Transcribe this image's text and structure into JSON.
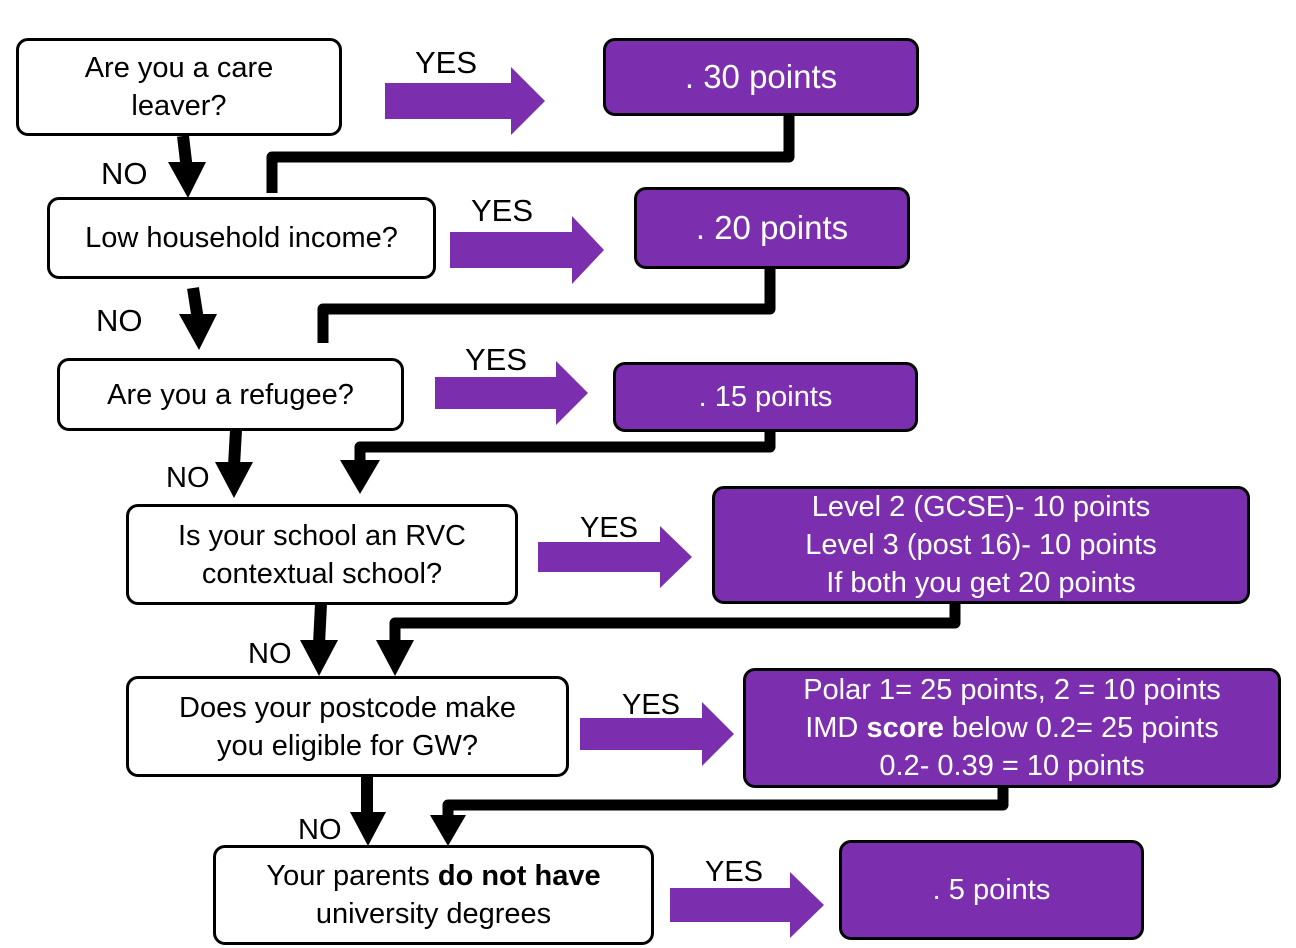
{
  "colors": {
    "purple": "#7b2fae",
    "black": "#000000",
    "white": "#ffffff"
  },
  "labels": {
    "yes": "YES",
    "no": "NO"
  },
  "steps": [
    {
      "question": [
        "Are you a care",
        "leaver?"
      ],
      "answer": [
        ". 30 points"
      ]
    },
    {
      "question": [
        "Low household income?"
      ],
      "answer": [
        ". 20 points"
      ]
    },
    {
      "question": [
        "Are you a refugee?"
      ],
      "answer": [
        ". 15 points"
      ]
    },
    {
      "question": [
        "Is your school an RVC",
        "contextual school?"
      ],
      "answer": [
        "Level 2 (GCSE)- 10 points",
        "Level 3 (post 16)- 10 points",
        "If both you get 20 points"
      ]
    },
    {
      "question": [
        "Does your postcode make",
        "you eligible for GW?"
      ],
      "answer": [
        "Polar 1= 25 points, 2 = 10 points",
        "IMD",
        "score",
        "below 0.2= 25 points",
        "0.2- 0.39 = 10 points"
      ]
    },
    {
      "question": [
        "Your parents",
        "do not have",
        "university degrees"
      ],
      "answer": [
        ". 5 points"
      ]
    }
  ]
}
